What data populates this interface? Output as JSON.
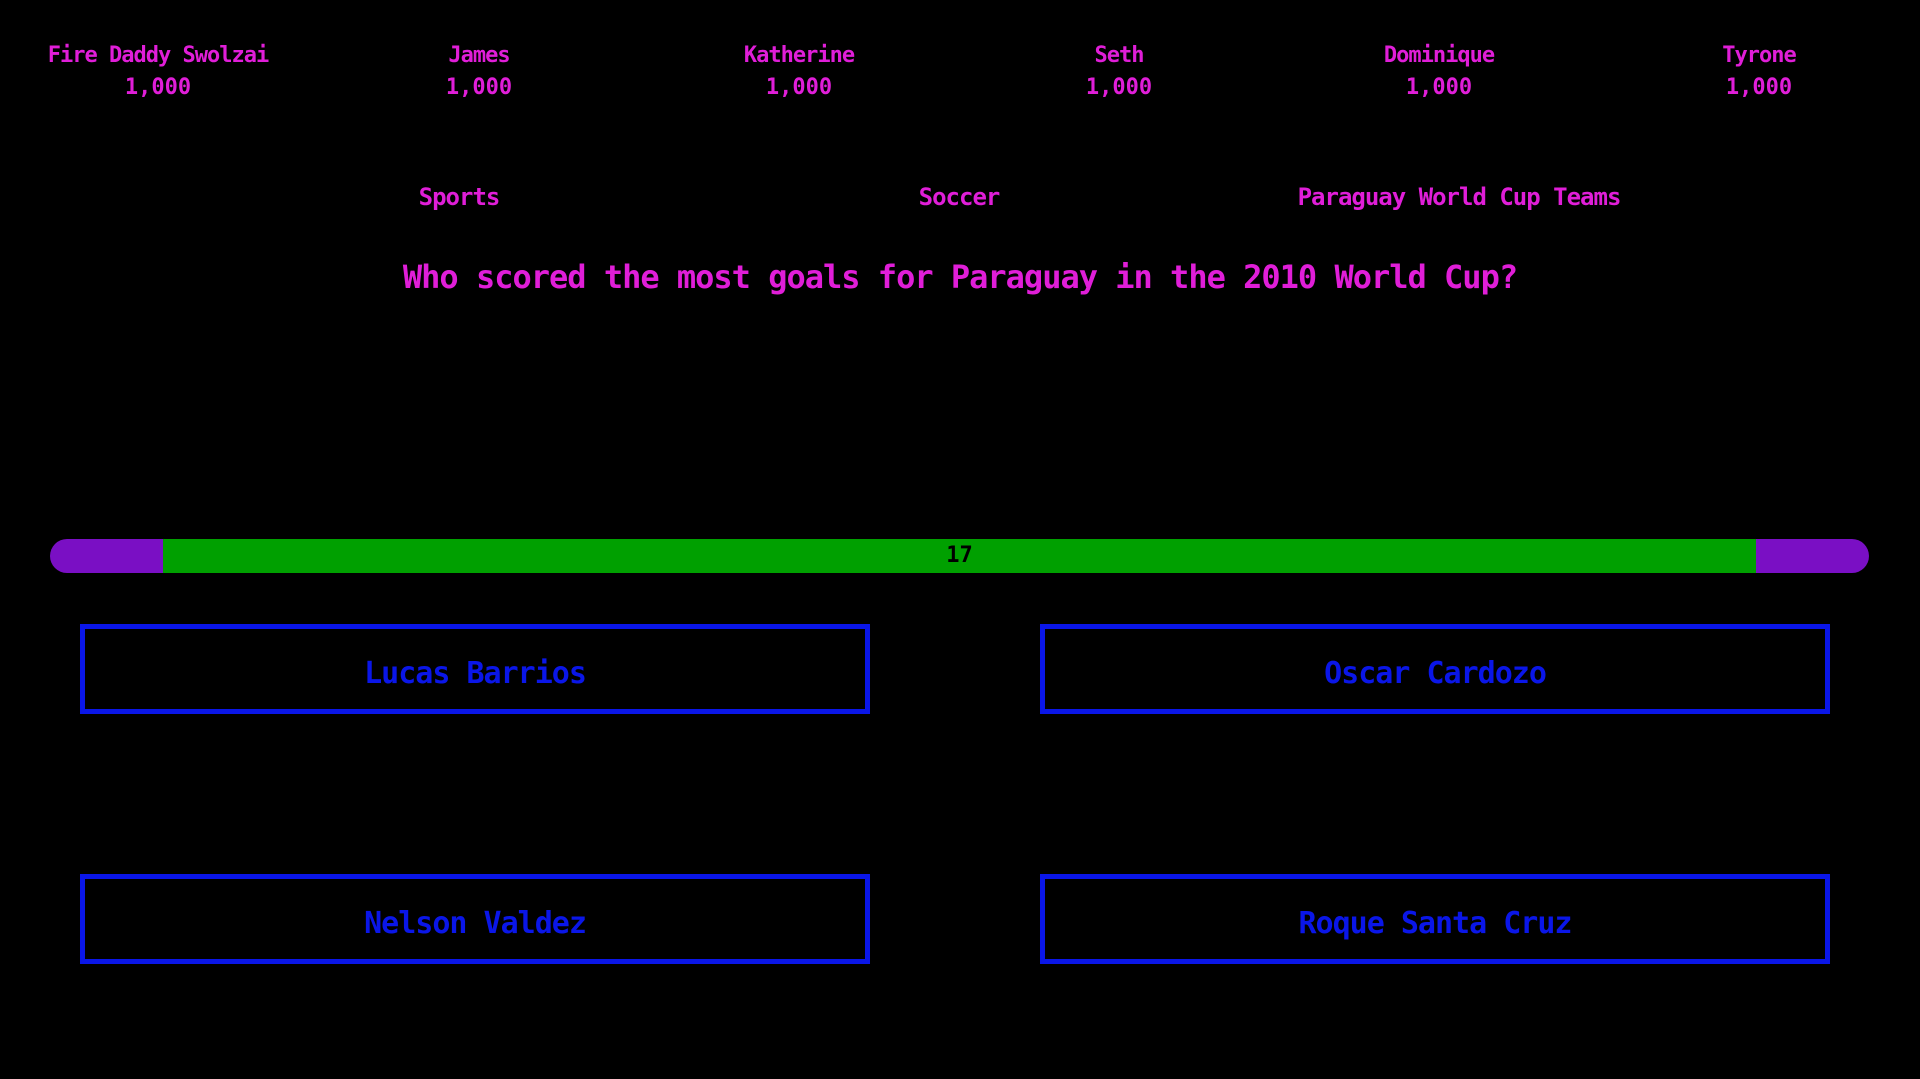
{
  "players": [
    {
      "name": "Fire Daddy Swolzai",
      "score": "1,000"
    },
    {
      "name": "James",
      "score": "1,000"
    },
    {
      "name": "Katherine",
      "score": "1,000"
    },
    {
      "name": "Seth",
      "score": "1,000"
    },
    {
      "name": "Dominique",
      "score": "1,000"
    },
    {
      "name": "Tyrone",
      "score": "1,000"
    }
  ],
  "categories": [
    "Sports",
    "Soccer",
    "Paraguay World Cup Teams"
  ],
  "question": "Who scored the most goals for Paraguay in the 2010 World Cup?",
  "timer": {
    "value": "17",
    "remaining_fraction": 0.876
  },
  "answers": [
    "Lucas Barrios",
    "Oscar Cardozo",
    "Nelson Valdez",
    "Roque Santa Cruz"
  ],
  "colors": {
    "background": "#000000",
    "text_magenta": "#e01ed8",
    "timer_track": "#7a0fc4",
    "timer_fill": "#00a000",
    "answer_blue": "#0a16e8"
  }
}
